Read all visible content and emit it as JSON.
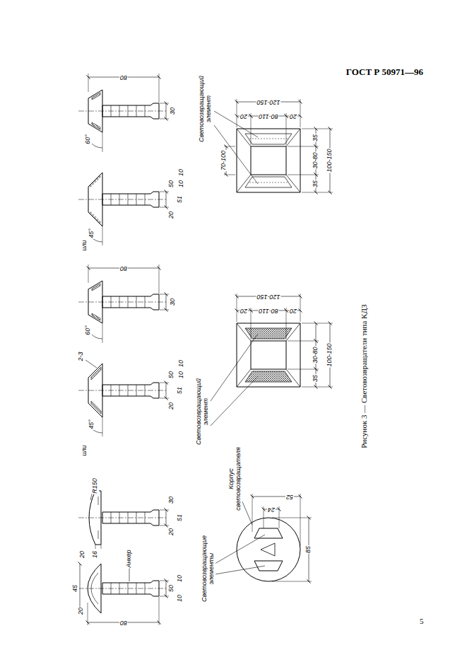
{
  "diagram": {
    "title": "ГОСТ Р 50971—96",
    "caption": "Рисунок 3 — Световозвращатели типа КДЗ",
    "labels": [
      "80",
      "20",
      "20",
      "16",
      "45",
      "Анкер",
      "50",
      "10",
      "10",
      "R150",
      "20",
      "51",
      "30",
      "Световозвращающие элементы",
      "Корпус световозвращателя",
      "85",
      "24",
      "52",
      "или",
      "45°",
      "2-3",
      "20",
      "51",
      "50",
      "10",
      "10",
      "60°",
      "80",
      "30",
      "Световозвращающий элемент",
      "35",
      "30-80",
      "100-150",
      "20",
      "80-110",
      "20",
      "120-150",
      "или",
      "45°",
      "20",
      "51",
      "50",
      "10",
      "10",
      "60°",
      "80",
      "30",
      "70-100",
      "Световозвращающий элемент",
      "35",
      "35",
      "30-80",
      "100-150",
      "20",
      "80-110",
      "20",
      "120-150",
      "5"
    ]
  }
}
